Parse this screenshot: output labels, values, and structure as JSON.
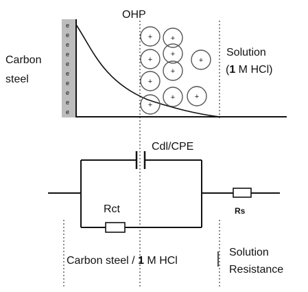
{
  "top": {
    "ohp_label": "OHP",
    "metal_label_line1": "Carbon",
    "metal_label_line2": "steel",
    "solution_line1": "Solution",
    "solution_line2_prefix": "(",
    "solution_line2_bold": "1",
    "solution_line2_suffix": " M HCl)",
    "ion_symbol": "+"
  },
  "circuit": {
    "cdl_label": "Cdl/CPE",
    "rct_label": "Rct",
    "rs_label": "Rs"
  },
  "bottom": {
    "interface_prefix": "Carbon steel / ",
    "interface_bold": "1",
    "interface_suffix": " M HCl",
    "solution_res_line1": "Solution",
    "solution_res_line2": "Resistance"
  },
  "colors": {
    "stroke": "#111111",
    "electrode_fill": "#bdbdbd",
    "ion_ring": "#555555"
  }
}
